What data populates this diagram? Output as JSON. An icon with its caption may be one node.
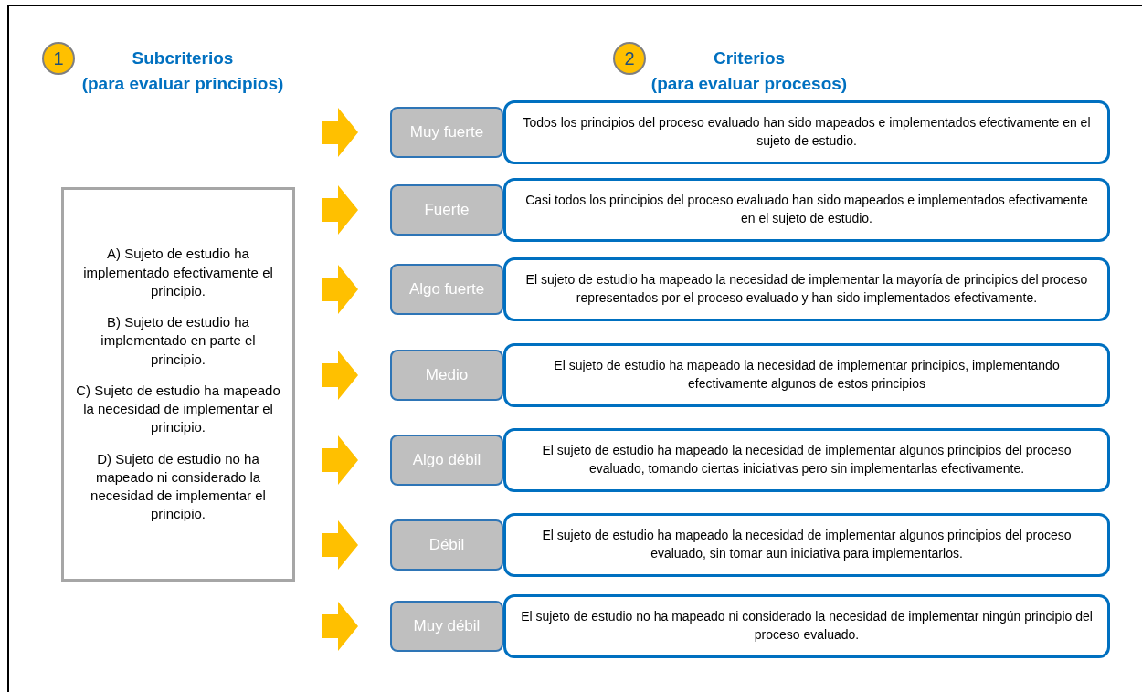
{
  "diagram": {
    "nodes": [
      {
        "text": [
          "1"
        ]
      },
      {
        "text": [
          "2"
        ]
      },
      {
        "text": [
          "A) Sujeto de estudio ha implementado efectivamente el principio.",
          "B) Sujeto de estudio ha implementado en parte el principio.",
          "C) Sujeto de estudio ha mapeado la necesidad de implementar el principio.",
          "D) Sujeto de estudio no ha mapeado ni considerado la necesidad de implementar el principio."
        ]
      },
      {
        "text": [
          "Muy fuerte"
        ]
      },
      {
        "text": [
          "Todos los principios del proceso evaluado han sido mapeados e implementados efectivamente en el sujeto de estudio."
        ]
      },
      {
        "text": [
          "Fuerte"
        ]
      },
      {
        "text": [
          "Casi todos los principios del proceso evaluado han sido mapeados e implementados efectivamente en el sujeto de estudio."
        ]
      },
      {
        "text": [
          "Algo fuerte"
        ]
      },
      {
        "text": [
          "El sujeto de estudio ha mapeado la necesidad de implementar la mayoría de principios del proceso representados por el proceso evaluado y han sido implementados efectivamente."
        ]
      },
      {
        "text": [
          "Medio"
        ]
      },
      {
        "text": [
          "El sujeto de estudio ha mapeado la necesidad de implementar principios, implementando efectivamente algunos de estos principios"
        ]
      },
      {
        "text": [
          "Algo débil"
        ]
      },
      {
        "text": [
          "El sujeto de estudio ha mapeado la necesidad de implementar algunos principios del proceso evaluado, tomando ciertas iniciativas pero sin implementarlas efectivamente."
        ]
      },
      {
        "text": [
          "Débil"
        ]
      },
      {
        "text": [
          "El sujeto de estudio ha mapeado la necesidad de implementar algunos principios del proceso evaluado, sin tomar aun iniciativa para implementarlos."
        ]
      },
      {
        "text": [
          "Muy débil"
        ]
      },
      {
        "text": [
          "El sujeto de estudio no ha mapeado ni considerado la necesidad de implementar ningún principio del proceso evaluado."
        ]
      }
    ],
    "edges": [
      {
        "from": null,
        "to": 3,
        "arrow": "to",
        "style": "thick",
        "color": "#ffc000"
      },
      {
        "from": null,
        "to": 5,
        "arrow": "to",
        "style": "thick",
        "color": "#ffc000"
      },
      {
        "from": null,
        "to": 7,
        "arrow": "to",
        "style": "thick",
        "color": "#ffc000"
      },
      {
        "from": null,
        "to": 9,
        "arrow": "to",
        "style": "thick",
        "color": "#ffc000"
      },
      {
        "from": null,
        "to": 11,
        "arrow": "to",
        "style": "thick",
        "color": "#ffc000"
      },
      {
        "from": null,
        "to": 13,
        "arrow": "to",
        "style": "thick",
        "color": "#ffc000"
      },
      {
        "from": null,
        "to": 15,
        "arrow": "to",
        "style": "thick",
        "color": "#ffc000"
      }
    ],
    "labels": [
      "Subcriterios",
      "(para evaluar principios)",
      "Criterios",
      "(para evaluar procesos)"
    ]
  }
}
